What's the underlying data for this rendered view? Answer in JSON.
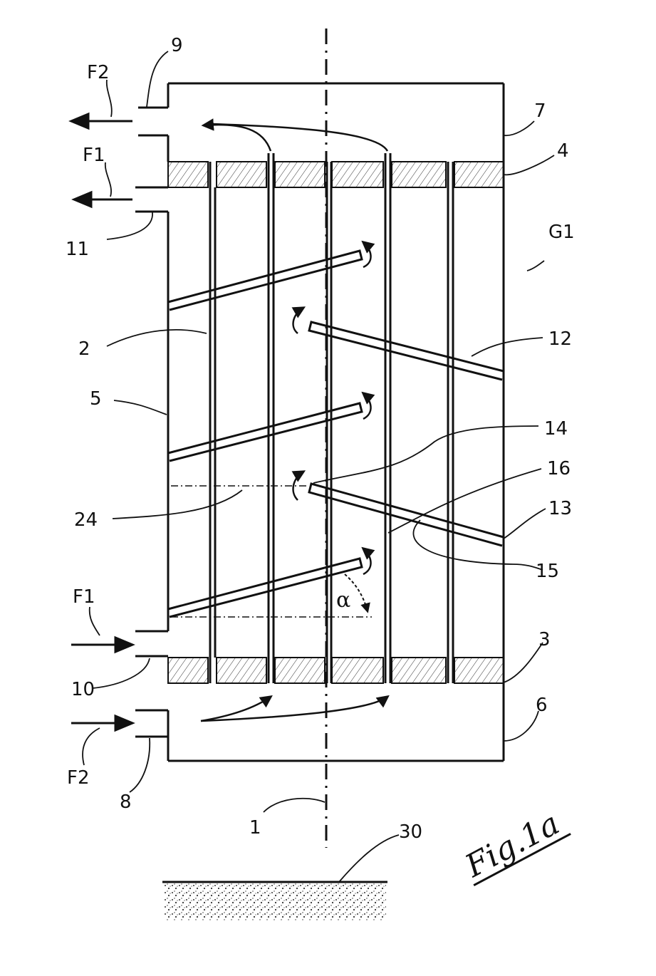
{
  "figure": {
    "caption": "Fig.1a",
    "labels": {
      "flow_f2_top": "F2",
      "flow_f1_top": "F1",
      "flow_f1_bottom": "F1",
      "flow_f2_bottom": "F2",
      "n9": "9",
      "n7": "7",
      "n4": "4",
      "n11": "11",
      "g1": "G1",
      "n2": "2",
      "n12": "12",
      "n5": "5",
      "n14": "14",
      "n16": "16",
      "n24": "24",
      "n13": "13",
      "n15": "15",
      "alpha": "α",
      "n3": "3",
      "n10": "10",
      "n6": "6",
      "n8": "8",
      "n1": "1",
      "n30": "30"
    }
  }
}
